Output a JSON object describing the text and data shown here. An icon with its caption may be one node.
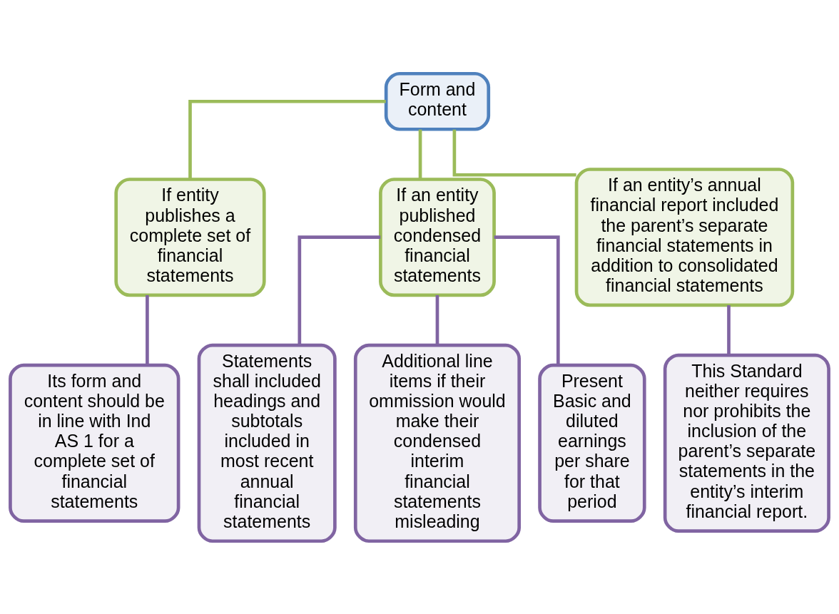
{
  "diagram": {
    "nodes": [
      {
        "text": [
          "Form and content"
        ]
      },
      {
        "text": [
          "If entity publishes a complete set of financial statements"
        ]
      },
      {
        "text": [
          "If an entity published condensed financial statements"
        ]
      },
      {
        "text": [
          "If an entity’s annual financial report included the parent’s separate financial statements in addition to consolidated financial statements"
        ]
      },
      {
        "text": [
          "Its form and content should be in line with Ind AS 1 for a complete set of financial statements"
        ]
      },
      {
        "text": [
          "Statements shall included headings and subtotals included in most recent annual financial statements"
        ]
      },
      {
        "text": [
          "Additional line items if their ommission would make their condensed interim financial statements misleading"
        ]
      },
      {
        "text": [
          "Present Basic and diluted earnings per share for that period"
        ]
      },
      {
        "text": [
          "This Standard neither requires nor prohibits the inclusion of the parent’s separate statements in the entity’s interim financial report."
        ]
      }
    ],
    "edges": [
      {
        "from": 0,
        "to": 1,
        "arrow": "none",
        "color": "#9bbb59"
      },
      {
        "from": 0,
        "to": 2,
        "arrow": "none",
        "color": "#9bbb59"
      },
      {
        "from": 0,
        "to": 3,
        "arrow": "none",
        "color": "#9bbb59"
      },
      {
        "from": 1,
        "to": 4,
        "arrow": "none"
      },
      {
        "from": 2,
        "to": 5,
        "arrow": "none"
      },
      {
        "from": 2,
        "to": 6,
        "arrow": "none"
      },
      {
        "from": 2,
        "to": 7,
        "arrow": "none"
      },
      {
        "from": 3,
        "to": 8,
        "arrow": "none"
      }
    ]
  }
}
